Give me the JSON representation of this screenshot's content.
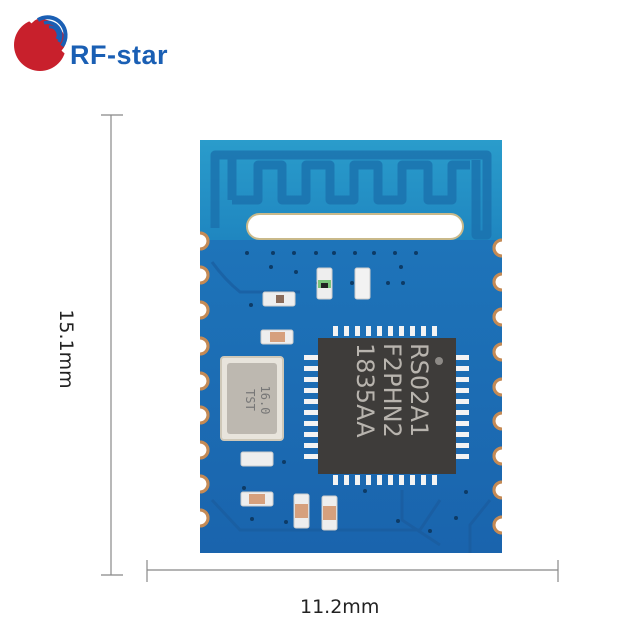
{
  "brand": {
    "name": "RF-star",
    "logo_colors": {
      "red": "#c8202c",
      "blue": "#1a5fb4"
    }
  },
  "dimensions": {
    "height_label": "15.1mm",
    "width_label": "11.2mm"
  },
  "module": {
    "board_color": "#1e6fb5",
    "antenna_color": "#1f8fc4",
    "chip": {
      "lines": [
        "RS02A1",
        "F2PHN2",
        "1835AA"
      ]
    },
    "crystal": {
      "lines": [
        "16.0",
        "TST"
      ]
    },
    "castellated_pads_per_side": 9
  }
}
